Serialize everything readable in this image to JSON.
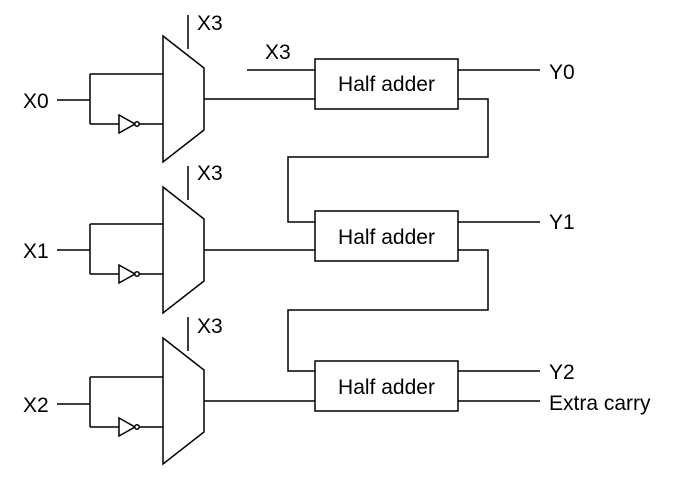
{
  "inputs": [
    "X0",
    "X1",
    "X2"
  ],
  "select_labels": [
    "X3",
    "X3",
    "X3"
  ],
  "carry_in_label": "X3",
  "blocks": [
    "Half adder",
    "Half adder",
    "Half adder"
  ],
  "outputs": [
    "Y0",
    "Y1",
    "Y2"
  ],
  "extra_carry": "Extra carry"
}
